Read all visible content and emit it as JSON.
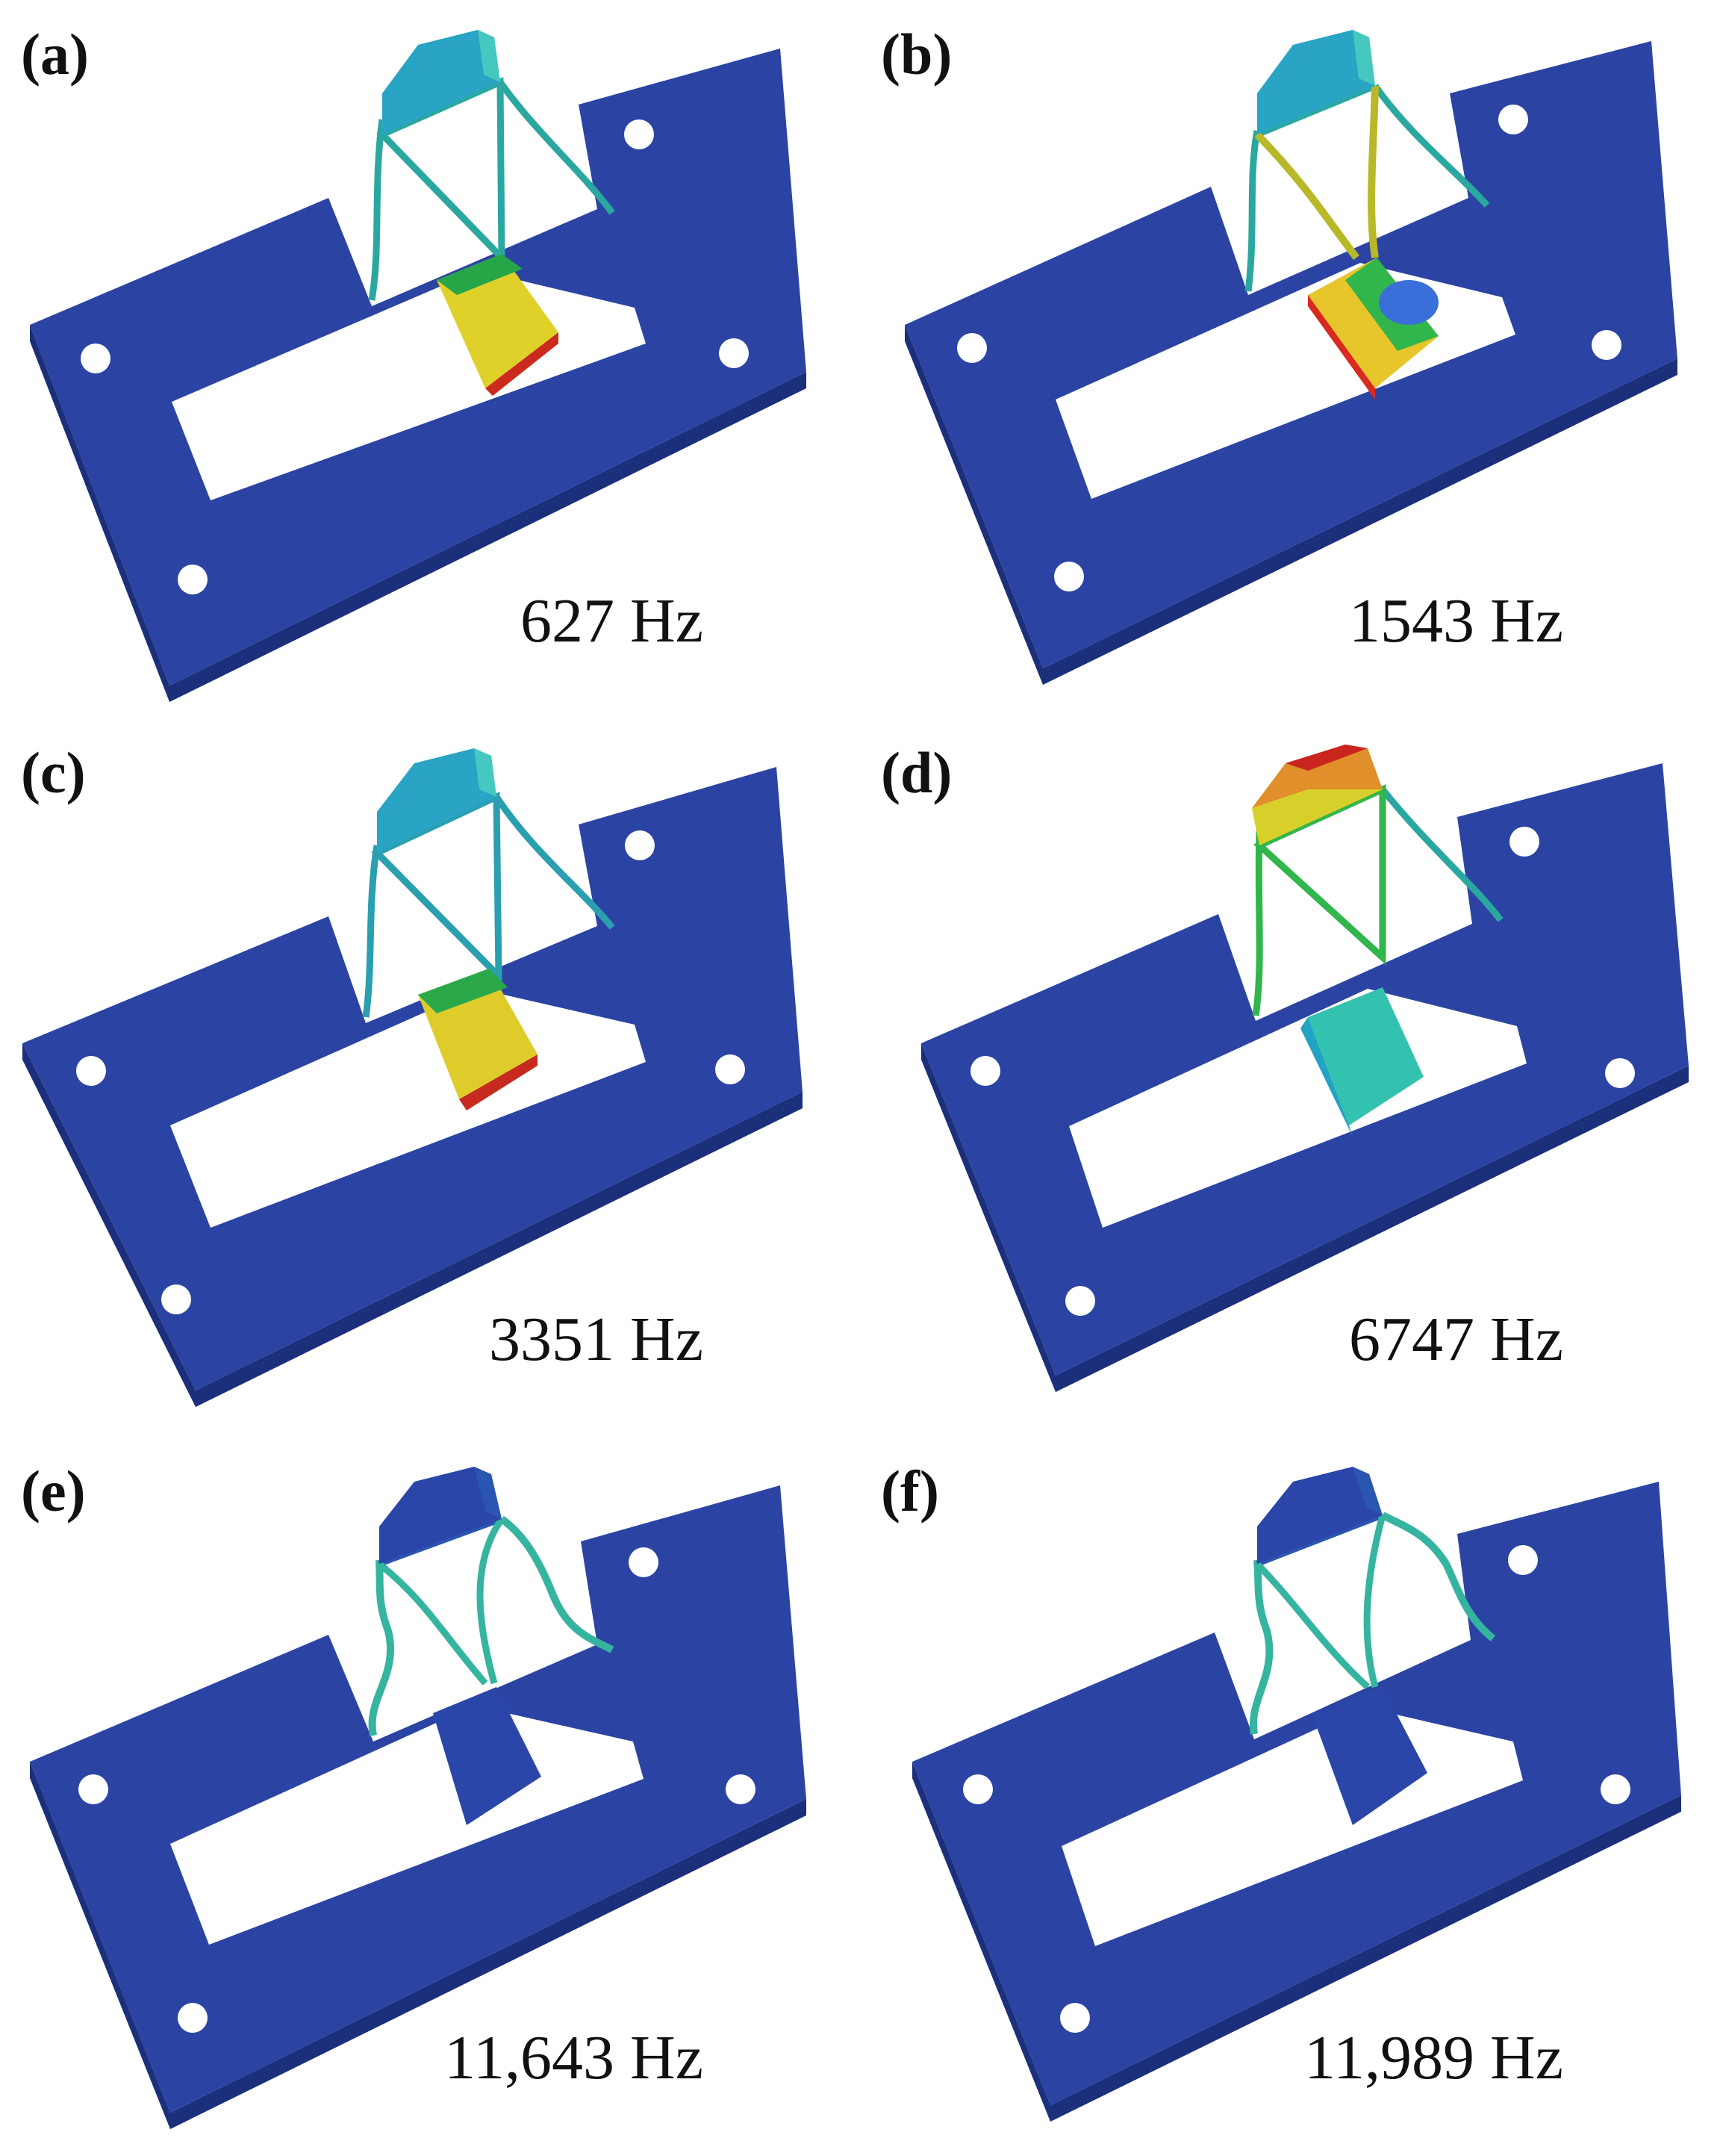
{
  "figure": {
    "panels": [
      {
        "label": "(a)",
        "frequency": "627 Hz",
        "mode": "mass-swing",
        "mass_colors": [
          "#27a648",
          "#e0d02a",
          "#cc2a1e"
        ],
        "beam_color": "#2aa8a0",
        "cap_colors": [
          "#29a4c4",
          "#45c8c0"
        ]
      },
      {
        "label": "(b)",
        "frequency": "1543 Hz",
        "mode": "mass-twist",
        "mass_colors": [
          "#d92a1e",
          "#e6c62a",
          "#31b64c",
          "#3a6ed8"
        ],
        "beam_color": "#b8b828",
        "cap_colors": [
          "#29a4c4",
          "#45c8c0"
        ]
      },
      {
        "label": "(c)",
        "frequency": "3351 Hz",
        "mode": "mass-swing",
        "mass_colors": [
          "#2aa84a",
          "#dfcc2a",
          "#c72a1e"
        ],
        "beam_color": "#2a9fb0",
        "cap_colors": [
          "#29a4c4",
          "#45c8c0"
        ]
      },
      {
        "label": "(d)",
        "frequency": "6747 Hz",
        "mode": "cap-bend",
        "mass_colors": [
          "#22a3c4",
          "#34c2b0"
        ],
        "beam_color": "#31b64c",
        "cap_colors": [
          "#c9241e",
          "#e08f2a",
          "#d8d02a"
        ]
      },
      {
        "label": "(e)",
        "frequency": "11,643 Hz",
        "mode": "beam-bend",
        "mass_colors": [
          "#2a46a8",
          "#2a46a8"
        ],
        "beam_color": "#35b4a0",
        "cap_colors": [
          "#2a46a8",
          "#2a55b0"
        ]
      },
      {
        "label": "(f)",
        "frequency": "11,989 Hz",
        "mode": "beam-bend",
        "mass_colors": [
          "#2a46a8",
          "#2a46a8"
        ],
        "beam_color": "#35b4a0",
        "cap_colors": [
          "#2a46a8",
          "#2a55b0"
        ]
      }
    ],
    "colors": {
      "frame_top": "#2b44a3",
      "frame_side": "#1c2f7a",
      "hole": "#ffffff",
      "text": "#111111"
    }
  }
}
